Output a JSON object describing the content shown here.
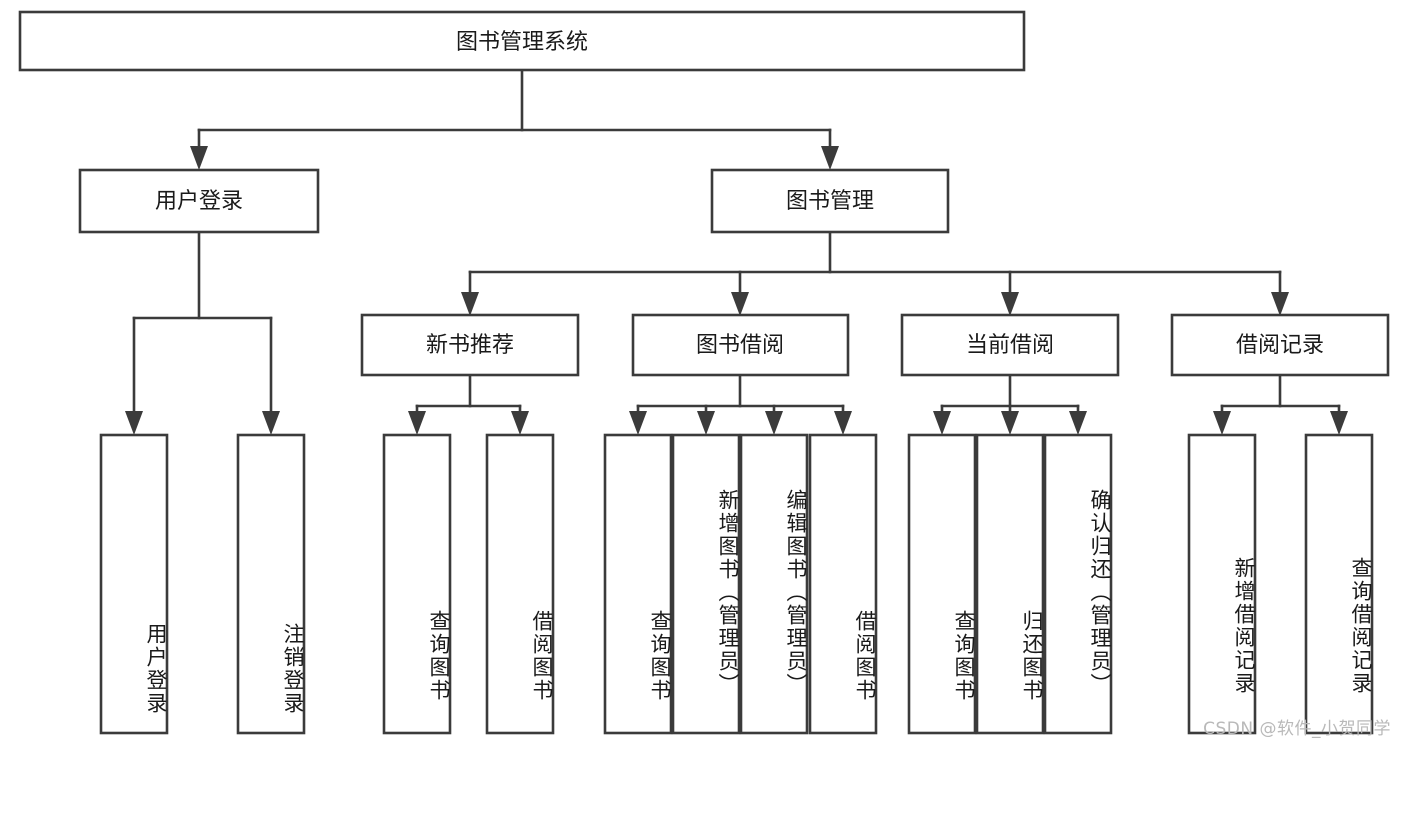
{
  "diagram": {
    "type": "tree-hierarchy",
    "title": "图书管理系统",
    "root": {
      "id": "root",
      "label": "图书管理系统",
      "level": 0
    },
    "level1": [
      {
        "id": "user-login",
        "label": "用户登录"
      },
      {
        "id": "book-manage",
        "label": "图书管理"
      }
    ],
    "level2": [
      {
        "id": "new-book-recommend",
        "label": "新书推荐",
        "parent": "book-manage"
      },
      {
        "id": "book-borrow",
        "label": "图书借阅",
        "parent": "book-manage"
      },
      {
        "id": "current-borrow",
        "label": "当前借阅",
        "parent": "book-manage"
      },
      {
        "id": "borrow-record",
        "label": "借阅记录",
        "parent": "book-manage"
      }
    ],
    "leaves": [
      {
        "id": "leaf-user-login",
        "label": "用户登录",
        "parent": "user-login"
      },
      {
        "id": "leaf-logout-login",
        "label": "注销登录",
        "parent": "user-login"
      },
      {
        "id": "leaf-query-book-1",
        "label": "查询图书",
        "parent": "new-book-recommend"
      },
      {
        "id": "leaf-borrow-book-1",
        "label": "借阅图书",
        "parent": "new-book-recommend"
      },
      {
        "id": "leaf-query-book-2",
        "label": "查询图书",
        "parent": "book-borrow"
      },
      {
        "id": "leaf-add-book",
        "label": "新增图书（管理员）",
        "parent": "book-borrow"
      },
      {
        "id": "leaf-edit-book",
        "label": "编辑图书（管理员）",
        "parent": "book-borrow"
      },
      {
        "id": "leaf-borrow-book-2",
        "label": "借阅图书",
        "parent": "book-borrow"
      },
      {
        "id": "leaf-query-book-3",
        "label": "查询图书",
        "parent": "current-borrow"
      },
      {
        "id": "leaf-return-book",
        "label": "归还图书",
        "parent": "current-borrow"
      },
      {
        "id": "leaf-confirm-return",
        "label": "确认归还（管理员）",
        "parent": "current-borrow"
      },
      {
        "id": "leaf-add-record",
        "label": "新增借阅记录",
        "parent": "borrow-record"
      },
      {
        "id": "leaf-query-record",
        "label": "查询借阅记录",
        "parent": "borrow-record"
      }
    ],
    "colors": {
      "stroke": "#3b3b3b",
      "fill": "#ffffff",
      "text": "#1a1a1a",
      "watermark": "#b9b9b9"
    }
  },
  "watermark": {
    "text": "CSDN @软件_小贺同学"
  }
}
